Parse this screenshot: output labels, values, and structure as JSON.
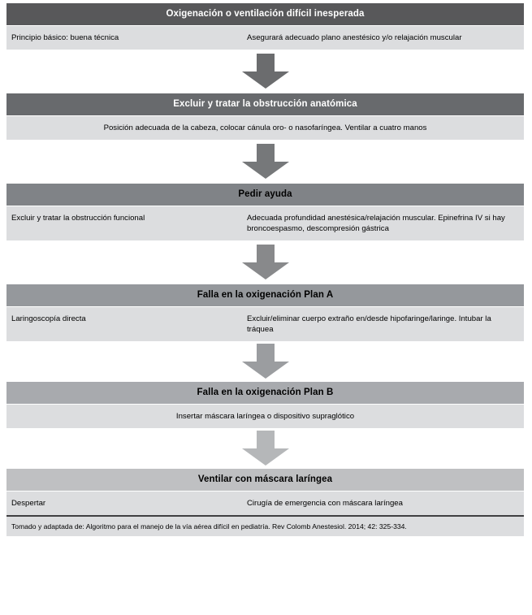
{
  "diagram": {
    "title": "Oxigenación o ventilación difícil inesperada",
    "type": "clinical-algorithm-flowchart",
    "arrow_icon": "down-arrow-icon",
    "stages": [
      {
        "header": "Oxigenación o ventilación difícil inesperada",
        "header_color": "#58585a",
        "left": "Principio básico: buena técnica",
        "right": "Asegurará adecuado plano anestésico y/o relajación muscular",
        "layout": "two-column",
        "arrow_color": "#6b6c6e"
      },
      {
        "header": "Excluir y tratar la obstrucción anatómica",
        "header_color": "#686a6d",
        "center": "Posición adecuada de la cabeza, colocar cánula oro- o nasofaríngea. Ventilar a cuatro manos",
        "layout": "single-column",
        "arrow_color": "#76787a"
      },
      {
        "header": "Pedir ayuda",
        "header_color": "#808387",
        "left": "Excluir y tratar la obstrucción funcional",
        "right": "Adecuada profundidad anestésica/relajación muscular. Epinefrina IV si hay broncoespasmo, descompresión gástrica",
        "layout": "two-column",
        "arrow_color": "#88898b"
      },
      {
        "header": "Falla en la oxigenación Plan A",
        "header_color": "#95989c",
        "left": "Laringoscopía directa",
        "right": "Excluir/eliminar cuerpo extraño en/desde hipofaringe/laringe. Intubar la tráquea",
        "layout": "two-column",
        "arrow_color": "#9b9da0"
      },
      {
        "header": "Falla en la oxigenación Plan B",
        "header_color": "#a8aaae",
        "center": "Insertar máscara laríngea o dispositivo supraglótico",
        "layout": "single-column",
        "arrow_color": "#b5b7b9"
      },
      {
        "header": "Ventilar con máscara laríngea",
        "header_color": "#bfc0c2",
        "left": "Despertar",
        "right": "Cirugía de emergencia con máscara laríngea",
        "layout": "two-column",
        "arrow_color": null
      }
    ],
    "footer": "Tomado y adaptada de: Algoritmo para el manejo de la vía aérea difícil en pediatría. Rev Colomb Anestesiol. 2014; 42: 325-334."
  }
}
